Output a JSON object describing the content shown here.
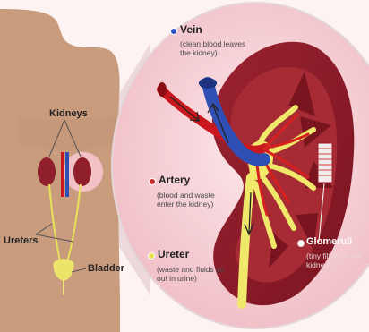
{
  "labels": {
    "kidneys": "Kidneys",
    "ureters": "Ureters",
    "bladder": "Bladder",
    "vein_title": "Vein",
    "vein_desc": "(clean blood leaves the kidney)",
    "artery_title": "Artery",
    "artery_desc": "(blood and waste enter the kidney)",
    "ureter_title": "Ureter",
    "ureter_desc": "(waste and fluids go out in urine)",
    "glomeruli_title": "Glomeruli",
    "glomeruli_desc": "(tiny filters in the kidney)"
  },
  "colors": {
    "skin": "#c79a7b",
    "kidney": "#8f1f2a",
    "kidney_inner": "#b53a3f",
    "vein": "#2f4fb5",
    "artery": "#c8181e",
    "ureter": "#e6e35a",
    "zoom_bg": "#f3c9cf",
    "vein_dot": "#2d4fc1",
    "artery_dot": "#c1282a",
    "ureter_dot": "#e6e04a",
    "glomeruli_dot": "#ffffff"
  }
}
